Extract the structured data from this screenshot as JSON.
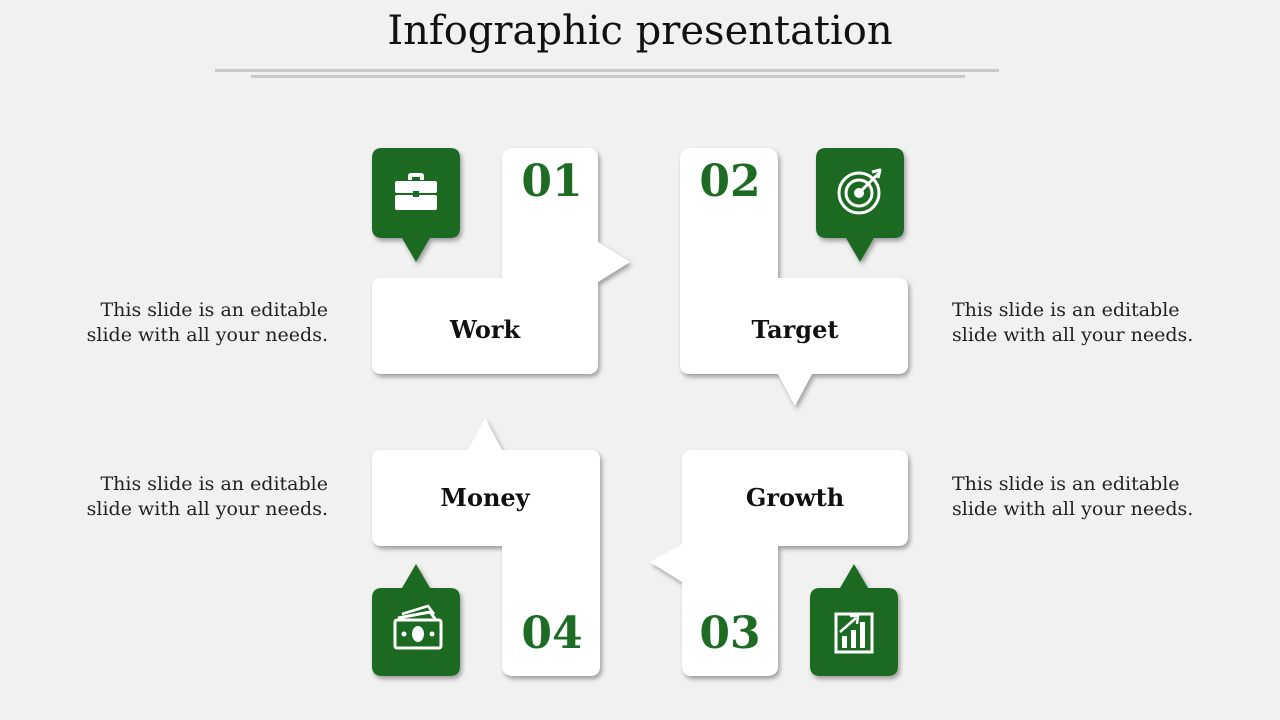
{
  "title": "Infographic presentation",
  "colors": {
    "accent": "#1e6b24",
    "background": "#f1f1f1",
    "card": "#ffffff"
  },
  "steps": [
    {
      "number": "01",
      "label": "Work",
      "icon": "briefcase-icon",
      "description_line1": "This slide is an editable",
      "description_line2": "slide with all your needs."
    },
    {
      "number": "02",
      "label": "Target",
      "icon": "target-icon",
      "description_line1": "This slide is an editable",
      "description_line2": "slide with all your needs."
    },
    {
      "number": "03",
      "label": "Growth",
      "icon": "bar-chart-icon",
      "description_line1": "This slide is an editable",
      "description_line2": "slide with all your needs."
    },
    {
      "number": "04",
      "label": "Money",
      "icon": "money-icon",
      "description_line1": "This slide is an editable",
      "description_line2": "slide with all your needs."
    }
  ]
}
